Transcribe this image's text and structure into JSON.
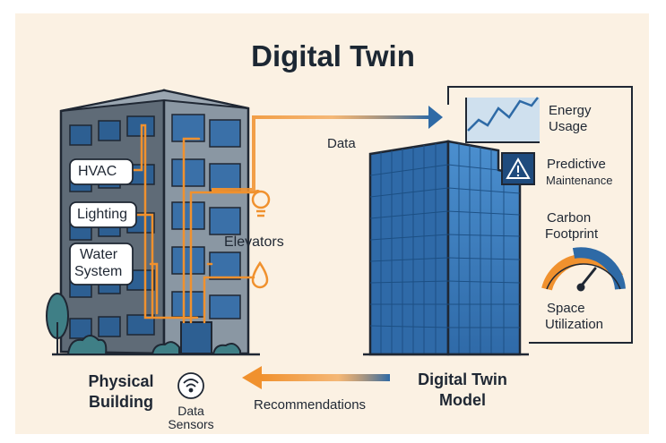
{
  "title": "Digital Twin",
  "physical": {
    "label_line1": "Physical",
    "label_line2": "Building",
    "systems": [
      "HVAC",
      "Lighting",
      "Water",
      "System",
      "Elevators"
    ]
  },
  "sensors": {
    "line1": "Data",
    "line2": "Sensors"
  },
  "flows": {
    "data_label": "Data",
    "recommendations_label": "Recommendations"
  },
  "twin_model": {
    "line1": "Digital Twin",
    "line2": "Model"
  },
  "metrics": {
    "energy": {
      "line1": "Energy",
      "line2": "Usage"
    },
    "maintenance": {
      "line1": "Predictive",
      "line2": "Maintenance"
    },
    "carbon": {
      "line1": "Carbon",
      "line2": "Footprint"
    },
    "space": {
      "line1": "Space",
      "line2": "Utilization"
    }
  },
  "colors": {
    "background": "#fbf1e3",
    "orange": "#f0912e",
    "blue": "#2e6aa6",
    "dark": "#1f2733"
  },
  "icons": [
    "lightbulb-icon",
    "water-drop-icon",
    "wifi-sensor-icon",
    "line-chart-icon",
    "warning-icon",
    "gauge-icon",
    "tree-icon",
    "bush-icon"
  ]
}
